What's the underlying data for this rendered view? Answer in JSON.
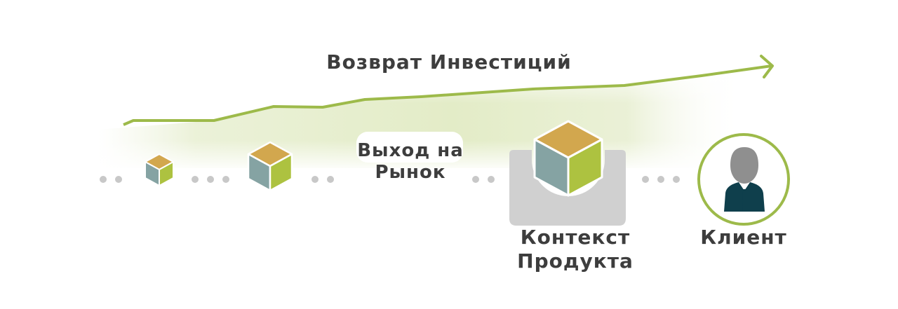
{
  "diagram": {
    "roi_label": "Возврат Инвестиций",
    "market_label_line1": "Выход на",
    "market_label_line2": "Рынок",
    "context_label_line1": "Контекст",
    "context_label_line2": "Продукта",
    "client_label": "Клиент"
  },
  "colors": {
    "accent_green": "#9dba4a",
    "cube_top": "#d2a74e",
    "cube_left": "#85a3a3",
    "cube_right": "#adc240",
    "dots": "#c8c8c8",
    "cradle": "#d0d0d0",
    "person_head": "#8f8f8f",
    "person_body": "#0f3f4c",
    "text": "#3d3d3d"
  },
  "icons": [
    "cube-icon",
    "person-icon",
    "arrow-icon"
  ]
}
